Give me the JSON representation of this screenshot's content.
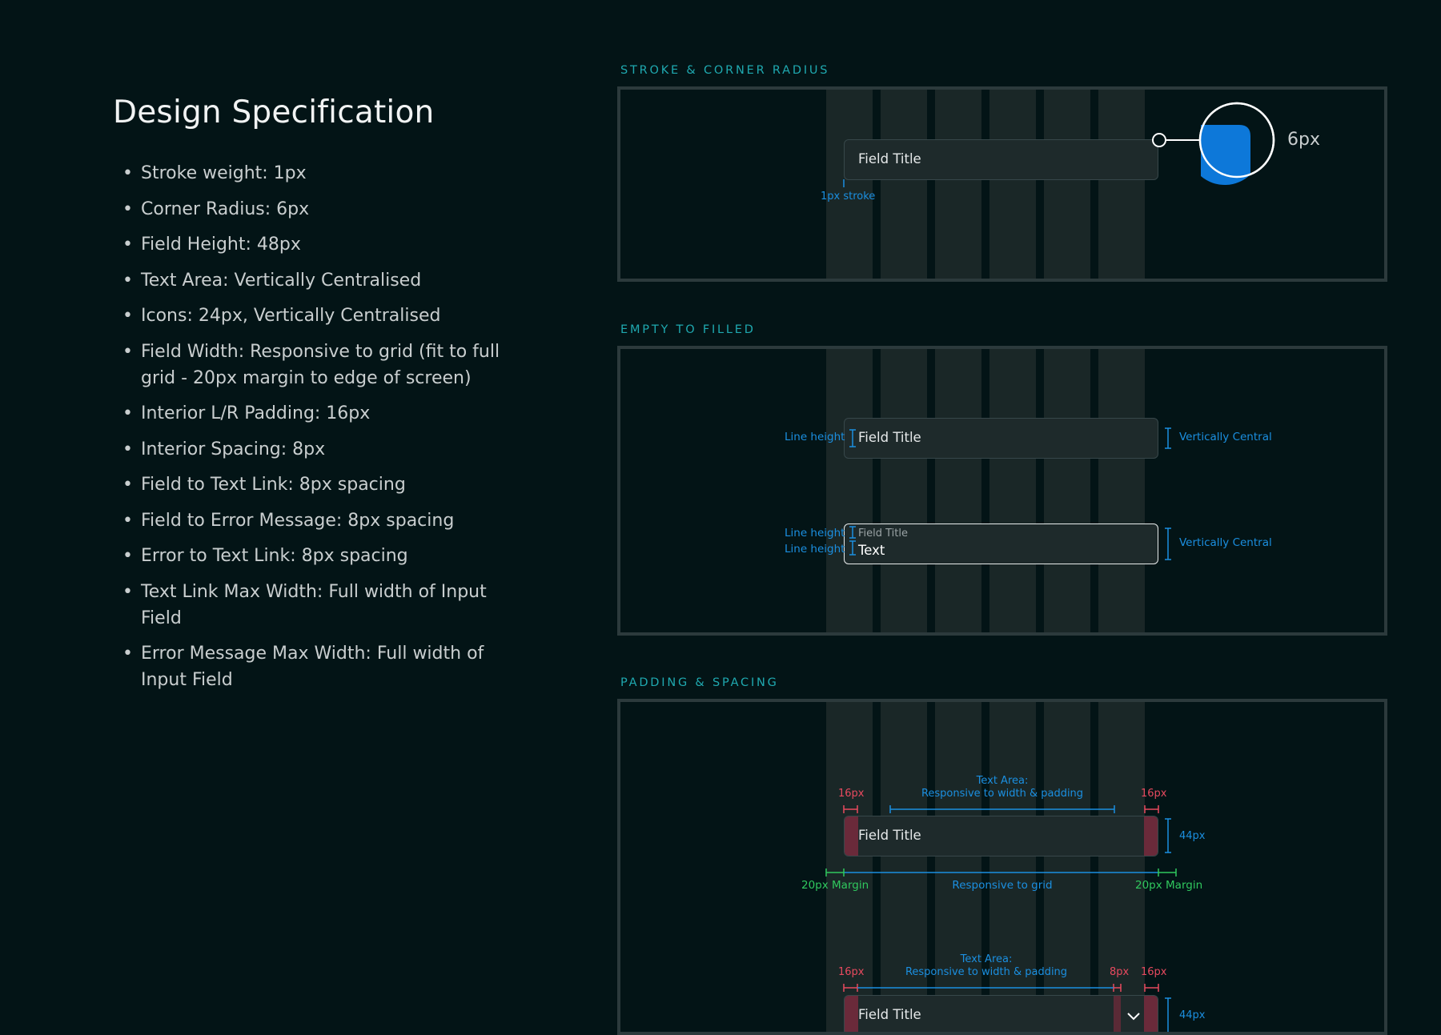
{
  "spec": {
    "title": "Design Specification",
    "items": [
      "Stroke weight: 1px",
      "Corner Radius: 6px",
      "Field Height: 48px",
      "Text Area: Vertically Centralised",
      "Icons: 24px, Vertically Centralised",
      "Field Width: Responsive to grid (fit to full grid - 20px margin to edge of screen)",
      "Interior L/R Padding: 16px",
      "Interior Spacing: 8px",
      "Field to Text Link: 8px spacing",
      "Field to Error Message: 8px spacing",
      "Error to Text Link: 8px spacing",
      "Text Link Max Width: Full width of Input Field",
      "Error Message Max Width: Full width of Input Field"
    ]
  },
  "sections": {
    "stroke": {
      "label": "STROKE & CORNER RADIUS",
      "field_title": "Field Title",
      "stroke_label": "1px stroke",
      "radius_label": "6px"
    },
    "empty": {
      "label": "EMPTY TO FILLED",
      "field_title": "Field Title",
      "line_height": "Line height",
      "vertically_central": "Vertically Central",
      "filled_title": "Field Title",
      "filled_text": "Text"
    },
    "padding": {
      "label": "PADDING & SPACING",
      "field_title": "Field Title",
      "pad_16": "16px",
      "pad_8": "8px",
      "text_area_line1": "Text Area:",
      "text_area_line2": "Responsive to width & padding",
      "height_44": "44px",
      "margin_20": "20px Margin",
      "responsive_grid": "Responsive to grid"
    }
  },
  "colors": {
    "background": "#031416",
    "accent_blue": "#1b8fe0",
    "accent_red": "#e84a5f",
    "accent_green": "#30c85e",
    "section_label": "#1fa9b0"
  }
}
